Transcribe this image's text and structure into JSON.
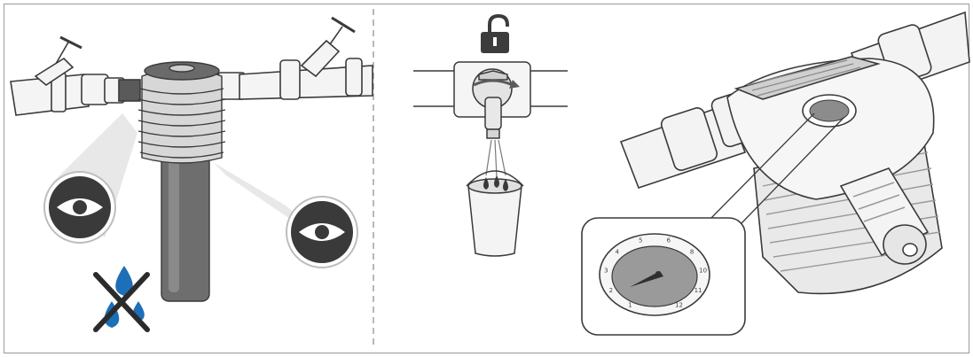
{
  "panels": [
    {
      "name": "leak-inspection",
      "icons": [
        "eye-icon",
        "eye-icon",
        "no-leak-drops-icon"
      ]
    },
    {
      "name": "flush-tap",
      "icons": [
        "unlock-icon",
        "bucket-icon"
      ]
    },
    {
      "name": "pressure-gauge-detail",
      "icons": [
        "gauge-dial"
      ]
    }
  ],
  "gauge": {
    "labels": [
      "1",
      "2",
      "3",
      "4",
      "5",
      "6",
      "8",
      "10",
      "11",
      "12"
    ]
  },
  "colors": {
    "stroke": "#3a3a3a",
    "fill_light": "#f2f2f2",
    "fill_mid": "#d9d9d9",
    "dark": "#3c3c3c",
    "water_blue": "#1d6fb8",
    "beam": "#e6e6e6"
  }
}
